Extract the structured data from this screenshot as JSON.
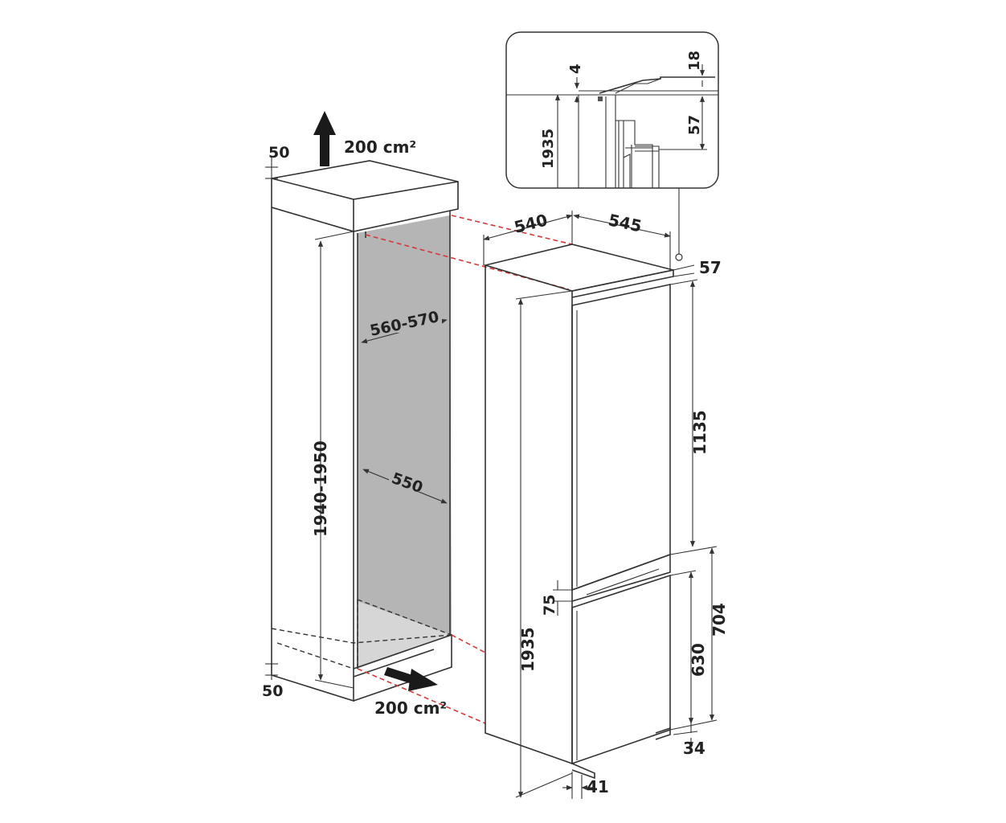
{
  "labels": {
    "vent_top_area": "200 cm²",
    "vent_bottom_area": "200 cm²",
    "gap_top": "50",
    "gap_bottom": "50",
    "niche_height": "1940-1950",
    "niche_width": "560-570",
    "niche_depth": "550",
    "appliance_depth_top": "540",
    "appliance_width_top": "545",
    "top_offset": "57",
    "upper_door_height": "1135",
    "appliance_height": "1935",
    "door_gap": "75",
    "lower_section_height": "704",
    "lower_door_height": "630",
    "bottom_offset": "34",
    "foot_offset": "41",
    "detail_gap_4": "4",
    "detail_18": "18",
    "detail_57": "57",
    "detail_1935": "1935"
  },
  "colors": {
    "niche_back": "#b3b3b3",
    "dashed_red": "#d23a3a",
    "line": "#333333"
  }
}
